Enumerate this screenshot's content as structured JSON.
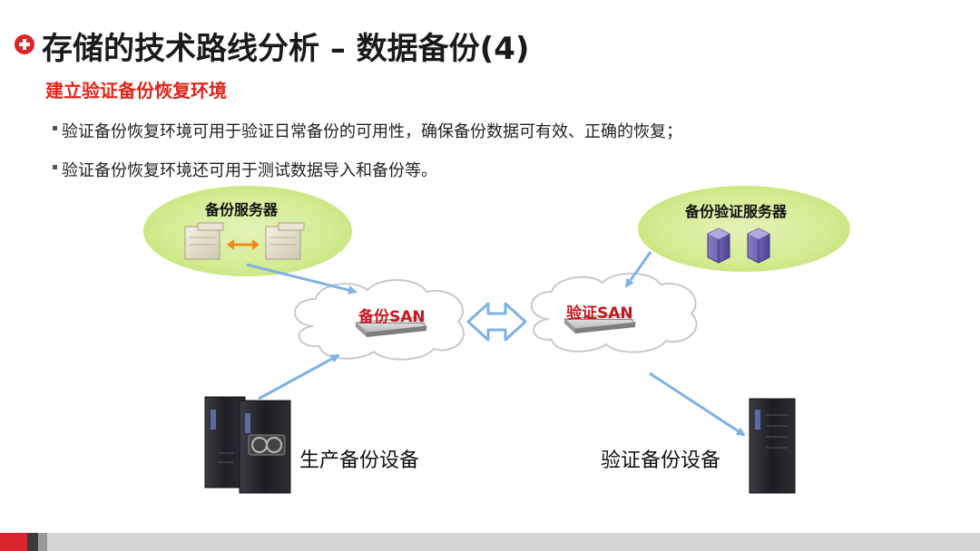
{
  "title": "存储的技术路线分析 – 数据备份(4)",
  "subtitle": "建立验证备份恢复环境",
  "bullets": [
    "验证备份恢复环境可用于验证日常备份的可用性，确保备份数据可有效、正确的恢复；",
    "验证备份恢复环境还可用于测试数据导入和备份等。"
  ],
  "diagram": {
    "backup_server_group": "备份服务器",
    "verify_server_group": "备份验证服务器",
    "backup_san": "备份SAN",
    "verify_san": "验证SAN",
    "production_device": "生产备份设备",
    "verify_device": "验证备份设备"
  },
  "colors": {
    "accent_red": "#d9262b",
    "arrow_blue": "#7fb2e5",
    "ellipse_green": "#d4ec94"
  }
}
